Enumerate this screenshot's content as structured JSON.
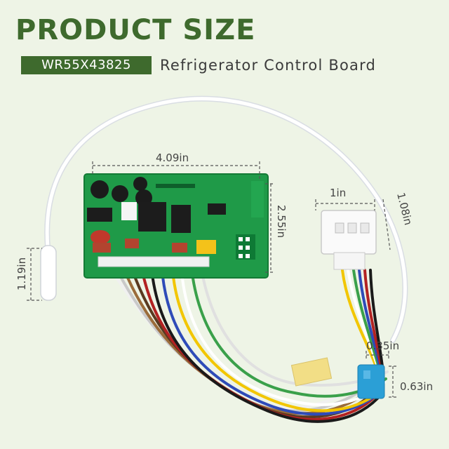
{
  "heading": {
    "title": "PRODUCT SIZE"
  },
  "product": {
    "model": "WR55X43825",
    "name": "Refrigerator Control Board"
  },
  "dimensions": {
    "board_width": "4.09in",
    "board_height": "2.55in",
    "sensor_length": "1.19in",
    "connector_width": "1in",
    "connector_height": "1.08in",
    "small_connector_width": "0.35in",
    "small_connector_height": "0.63in"
  },
  "colors": {
    "brand_green": "#3e6a2d",
    "board_green": "#1f9a48",
    "background": "#eef4e6"
  }
}
